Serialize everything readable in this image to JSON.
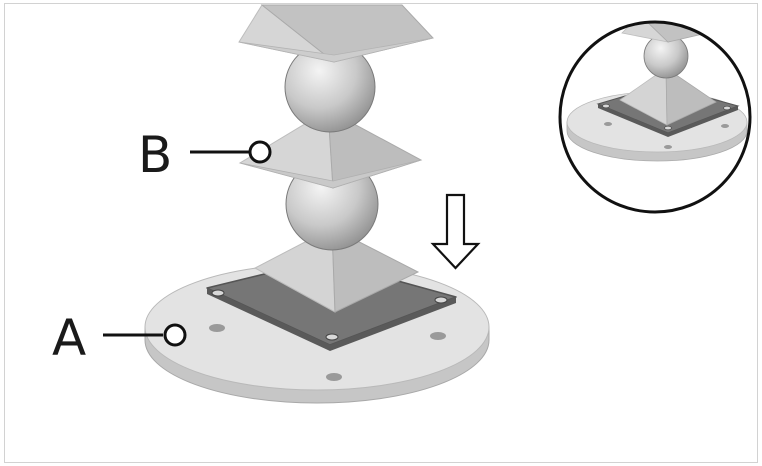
{
  "labels": {
    "a": "A",
    "b": "B"
  },
  "colors": {
    "frame_border": "#d2d2d2",
    "base_top": "#e2e2e2",
    "base_side": "#c4c4c4",
    "plate_dark": "#6e6e6e",
    "pyramid_light": "#d6d6d6",
    "pyramid_dark": "#bdbdbd",
    "sphere_highlight": "#f2f2f2",
    "sphere_shadow": "#8a8a8a",
    "ink": "#111111"
  },
  "icons": {
    "move_direction": "down-arrow-outline-icon",
    "callout_marker": "ring-dot-icon",
    "detail_view": "circular-detail-inset"
  }
}
